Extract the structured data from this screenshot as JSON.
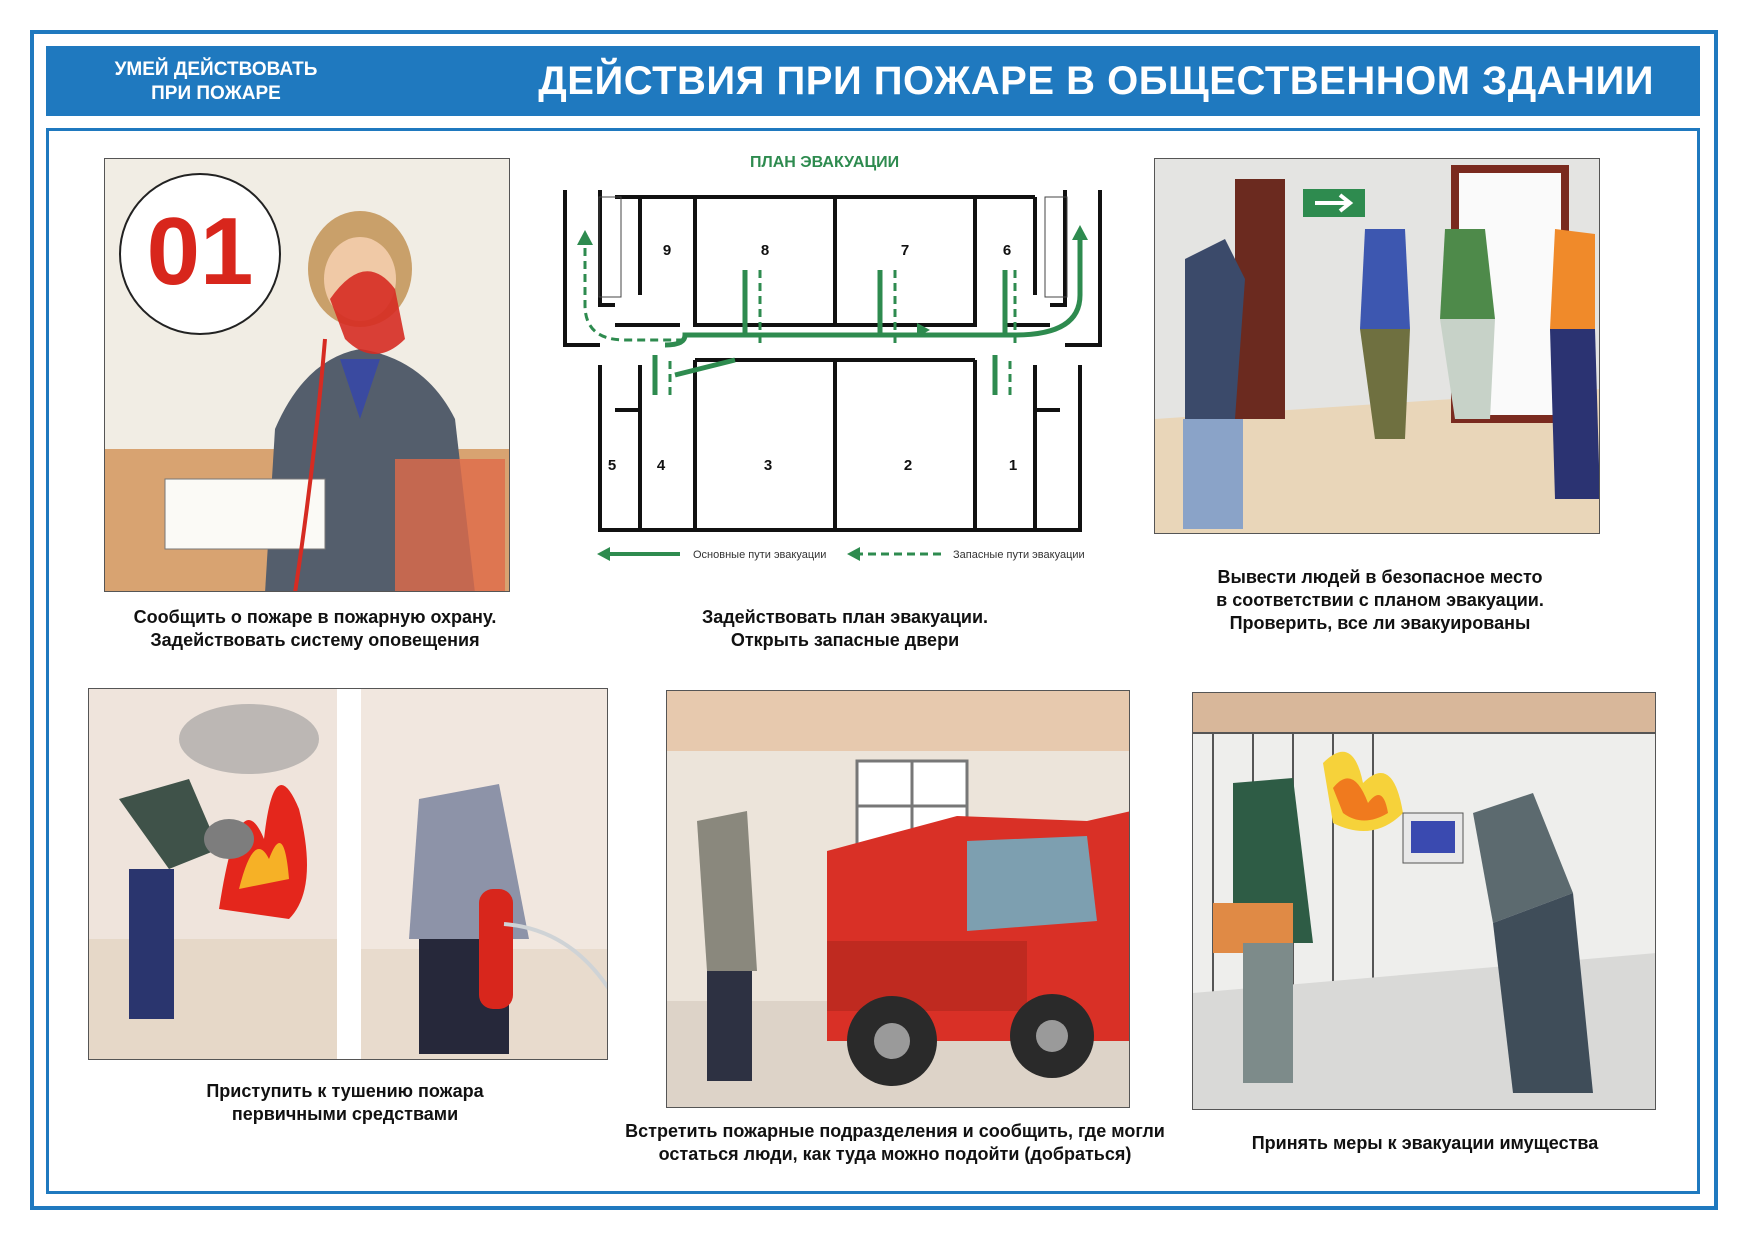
{
  "header": {
    "left_line1": "УМЕЙ ДЕЙСТВОВАТЬ",
    "left_line2": "ПРИ ПОЖАРЕ",
    "title": "ДЕЙСТВИЯ ПРИ ПОЖАРЕ В ОБЩЕСТВЕННОМ ЗДАНИИ"
  },
  "colors": {
    "brand_blue": "#1f79bf",
    "evac_green": "#2e8b4f",
    "fire_red": "#d8261c"
  },
  "panels": {
    "call": {
      "badge": "01",
      "caption_line1": "Сообщить о пожаре в пожарную охрану.",
      "caption_line2": "Задействовать систему оповещения"
    },
    "plan": {
      "title": "ПЛАН ЭВАКУАЦИИ",
      "rooms_top": [
        "9",
        "8",
        "7",
        "6"
      ],
      "rooms_bottom": [
        "5",
        "4",
        "3",
        "2",
        "1"
      ],
      "legend_main": "Основные пути эвакуации",
      "legend_spare": "Запасные пути эвакуации",
      "caption_line1": "Задействовать план эвакуации.",
      "caption_line2": "Открыть запасные двери"
    },
    "evacuate": {
      "caption_line1": "Вывести людей в безопасное место",
      "caption_line2": "в соответствии с планом эвакуации.",
      "caption_line3": "Проверить, все ли эвакуированы"
    },
    "extinguish": {
      "caption_line1": "Приступить к тушению пожара",
      "caption_line2": "первичными средствами"
    },
    "meet": {
      "caption_line1": "Встретить пожарные подразделения и сообщить, где могли",
      "caption_line2": "остаться люди, как туда можно подойти (добраться)"
    },
    "property": {
      "caption_line1": "Принять меры к эвакуации имущества"
    }
  }
}
